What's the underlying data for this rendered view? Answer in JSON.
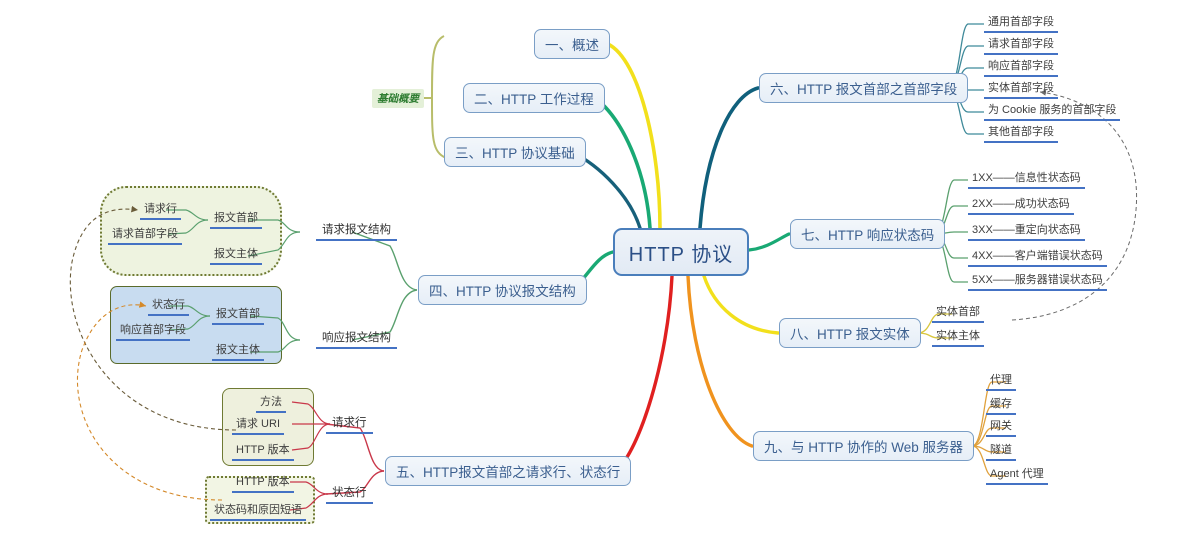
{
  "root": {
    "label": "HTTP 协议"
  },
  "group_labels": {
    "basics": "基础概要"
  },
  "branches": {
    "b1": {
      "label": "一、概述"
    },
    "b2": {
      "label": "二、HTTP 工作过程"
    },
    "b3": {
      "label": "三、HTTP 协议基础"
    },
    "b4": {
      "label": "四、HTTP 协议报文结构",
      "sub": [
        {
          "label": "请求报文结构",
          "children": [
            {
              "label": "报文首部",
              "leaves": [
                "请求行",
                "请求首部字段"
              ]
            },
            {
              "label": "报文主体"
            }
          ]
        },
        {
          "label": "响应报文结构",
          "children": [
            {
              "label": "报文首部",
              "leaves": [
                "状态行",
                "响应首部字段"
              ]
            },
            {
              "label": "报文主体"
            }
          ]
        }
      ]
    },
    "b5": {
      "label": "五、HTTP报文首部之请求行、状态行",
      "sub": [
        {
          "label": "请求行",
          "leaves": [
            "方法",
            "请求 URI",
            "HTTP 版本"
          ]
        },
        {
          "label": "状态行",
          "leaves": [
            "HTTP 版本",
            "状态码和原因短语"
          ]
        }
      ]
    },
    "b6": {
      "label": "六、HTTP 报文首部之首部字段",
      "leaves": [
        "通用首部字段",
        "请求首部字段",
        "响应首部字段",
        "实体首部字段",
        "为 Cookie 服务的首部字段",
        "其他首部字段"
      ]
    },
    "b7": {
      "label": "七、HTTP 响应状态码",
      "leaves": [
        "1XX——信息性状态码",
        "2XX——成功状态码",
        "3XX——重定向状态码",
        "4XX——客户端错误状态码",
        "5XX——服务器错误状态码"
      ]
    },
    "b8": {
      "label": "八、HTTP 报文实体",
      "leaves": [
        "实体首部",
        "实体主体"
      ]
    },
    "b9": {
      "label": "九、与 HTTP 协作的 Web 服务器",
      "leaves": [
        "代理",
        "缓存",
        "网关",
        "隧道",
        "Agent 代理"
      ]
    }
  },
  "colors": {
    "root_border": "#4a7ebb",
    "leaf_underline": "#4472c4",
    "connector_yellow": "#f2e01c",
    "connector_green": "#19a974",
    "connector_teal": "#17607a",
    "connector_darkteal": "#10607c",
    "connector_red": "#e02020",
    "connector_orange": "#f0931e",
    "connector_olive": "#b8bd6a",
    "group_green_text": "#2f7d32"
  }
}
